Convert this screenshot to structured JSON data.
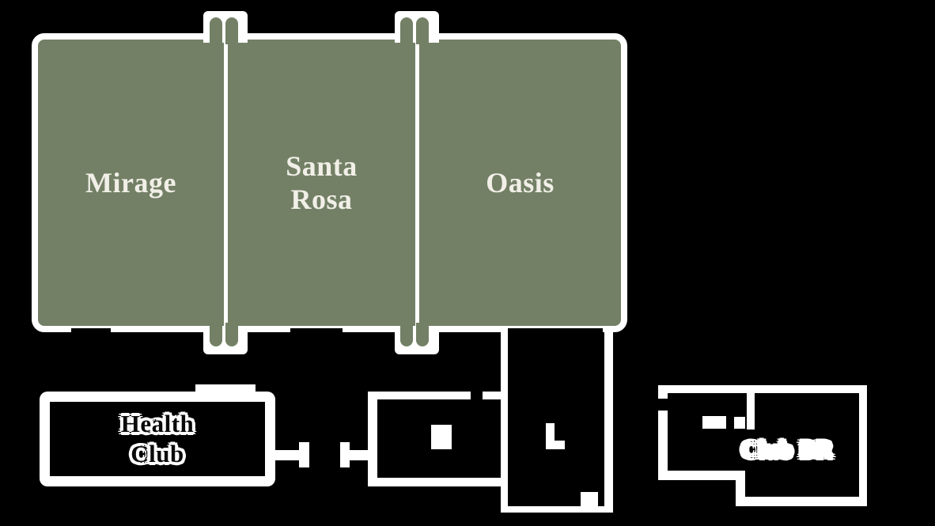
{
  "colors": {
    "background": "#000000",
    "wall": "#ffffff",
    "room_fill": "#738066",
    "room_label_color": "#f1efe7"
  },
  "ballroom": {
    "rooms": [
      {
        "id": "mirage",
        "label": "Mirage"
      },
      {
        "id": "santa-rosa",
        "label": "Santa\nRosa"
      },
      {
        "id": "oasis",
        "label": "Oasis"
      }
    ]
  },
  "annex": {
    "rooms": [
      {
        "id": "health-club",
        "label": "Health\nClub"
      },
      {
        "id": "club-br",
        "label": "Club BR"
      }
    ]
  }
}
